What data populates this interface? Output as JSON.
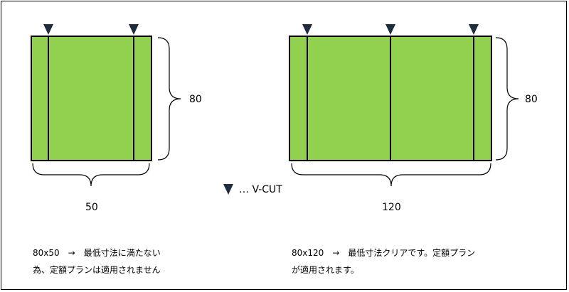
{
  "colors": {
    "panel_fill": "#92d050",
    "stroke": "#000000",
    "marker": "#1f2d3d",
    "brace": "#000000"
  },
  "legend": {
    "marker_icon": "down-triangle-icon",
    "text": "… V-CUT"
  },
  "left": {
    "height_label": "80",
    "width_label": "50",
    "caption_line1": "80x50　→　最低寸法に満たない",
    "caption_line2": "為、定額プランは適用されません"
  },
  "right": {
    "height_label": "80",
    "width_label": "120",
    "caption_line1": "80x120　→　最低寸法クリアです。定額プラン",
    "caption_line2": "が適用されます。"
  }
}
